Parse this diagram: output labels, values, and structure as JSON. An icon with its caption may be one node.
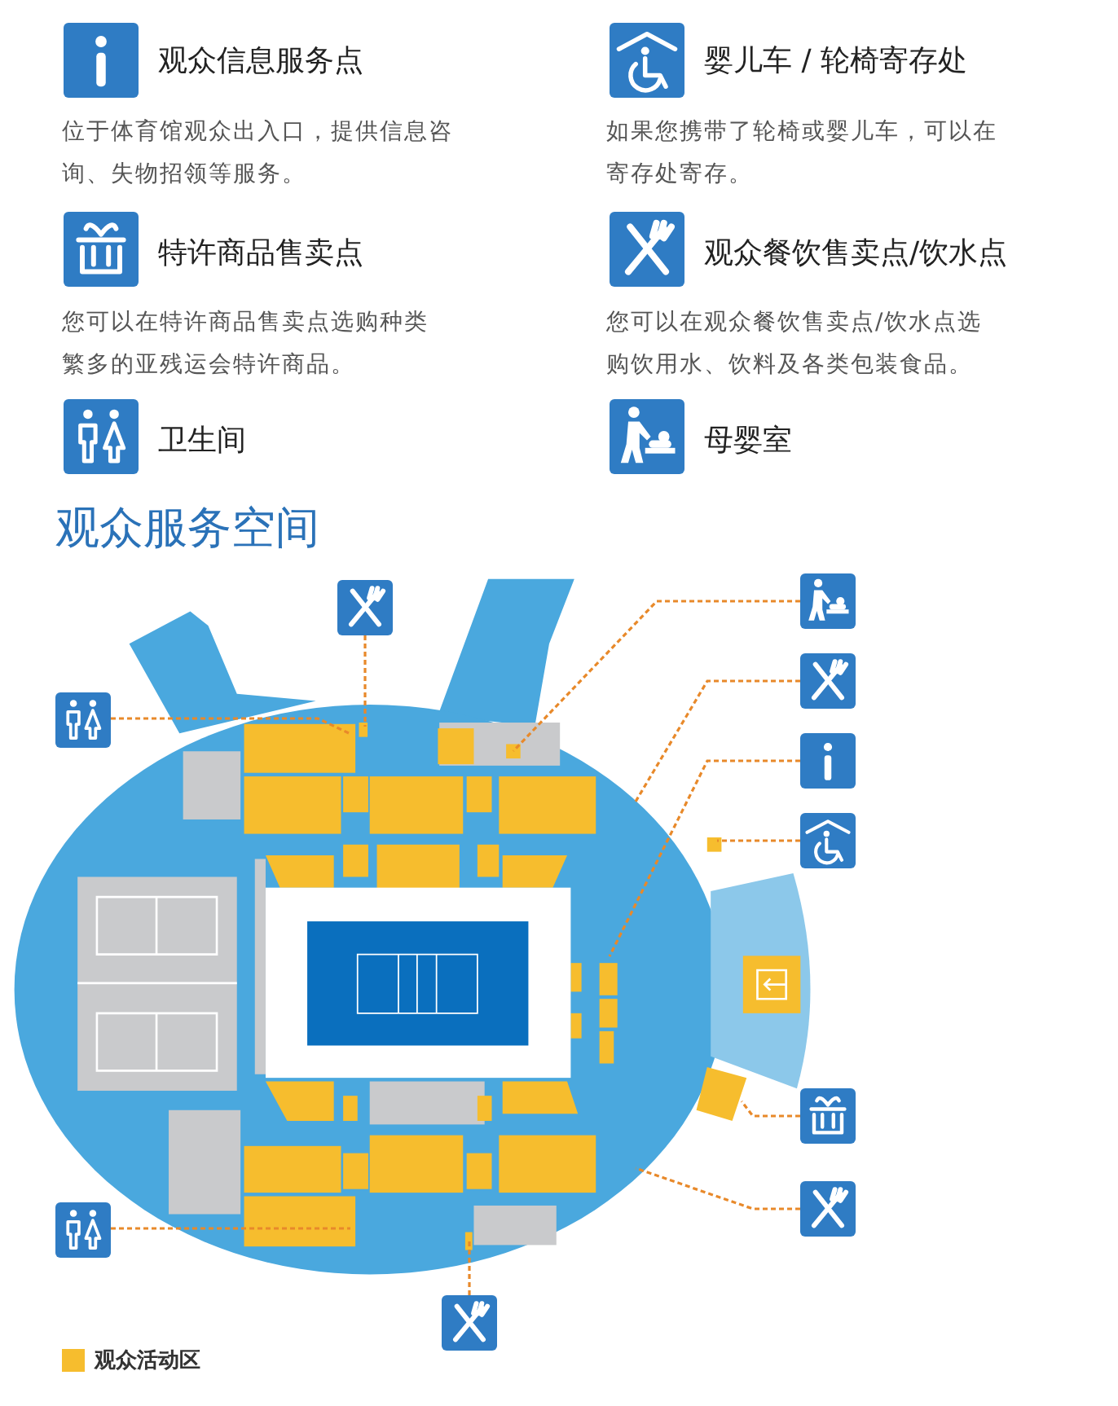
{
  "diagram": {
    "title": "观众服务空间",
    "nodes": [
      {
        "text": [],
        "shape": "picture"
      },
      {
        "text": [],
        "shape": "picture"
      },
      {
        "text": [],
        "shape": "picture"
      },
      {
        "text": [],
        "shape": "picture"
      },
      {
        "text": [],
        "shape": "picture"
      },
      {
        "text": [],
        "shape": "picture"
      },
      {
        "text": [],
        "shape": "picture"
      },
      {
        "text": [],
        "shape": "picture"
      },
      {
        "text": [],
        "shape": "picture"
      },
      {
        "text": [],
        "shape": "picture"
      }
    ],
    "edges": [
      {
        "from": 0,
        "to": null,
        "arrow": "none"
      },
      {
        "from": 1,
        "to": null,
        "arrow": "none"
      },
      {
        "from": 2,
        "to": null,
        "arrow": "none"
      },
      {
        "from": 3,
        "to": null,
        "arrow": "none"
      },
      {
        "from": 4,
        "to": null,
        "arrow": "none"
      },
      {
        "from": 5,
        "to": null,
        "arrow": "none"
      },
      {
        "from": 6,
        "to": null,
        "arrow": "none"
      },
      {
        "from": 7,
        "to": null,
        "arrow": "none"
      },
      {
        "from": 8,
        "to": null,
        "arrow": "none"
      },
      {
        "from": 9,
        "to": null,
        "arrow": "none"
      }
    ],
    "labels": [
      "观众信息服务点",
      "婴儿车 / 轮椅寄存处",
      "位于体育馆观众出入口，提供信息咨询、失物招领等服务。",
      "如果您携带了轮椅或婴儿车，可以在寄存处寄存。",
      "特许商品售卖点",
      "观众餐饮售卖点/饮水点",
      "您可以在特许商品售卖点选购种类繁多的亚残运会特许商品。",
      "您可以在观众餐饮售卖点/饮水点选购饮用水、饮料及各类包装食品。",
      "卫生间",
      "母婴室"
    ],
    "legend": [
      {
        "text": "观众活动区",
        "color": "#f6bd2e"
      }
    ]
  }
}
